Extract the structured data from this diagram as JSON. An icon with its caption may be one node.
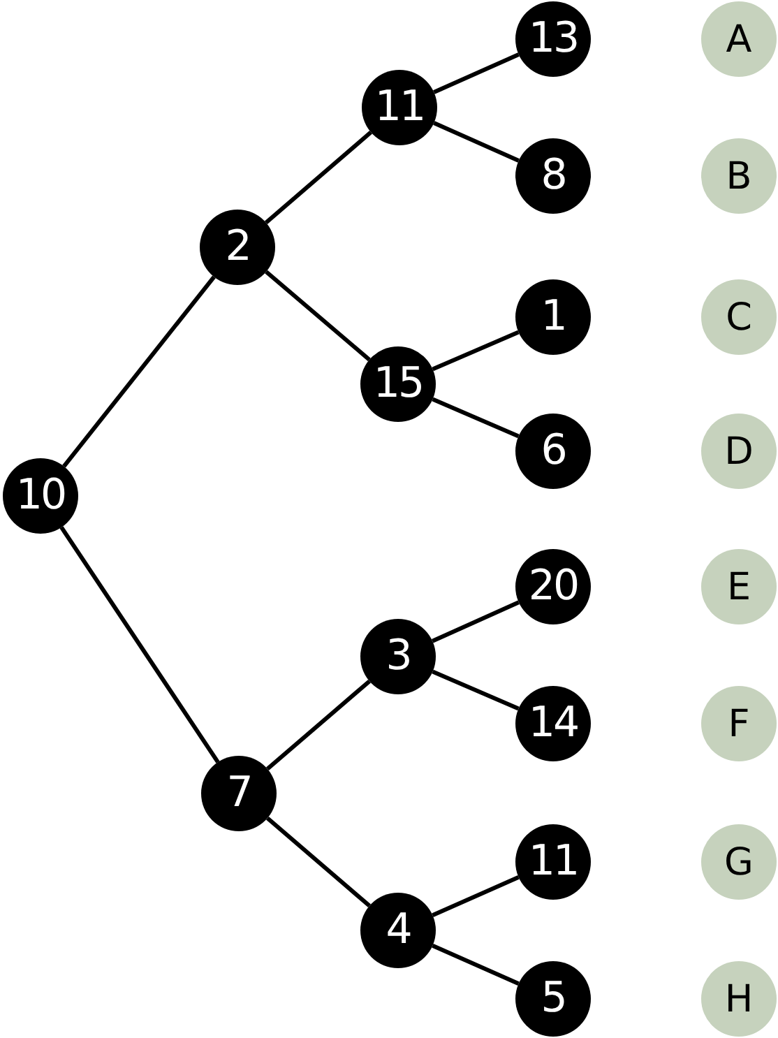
{
  "diagram": {
    "nodes": [
      {
        "text": [
          "10"
        ]
      },
      {
        "text": [
          "2"
        ]
      },
      {
        "text": [
          "11"
        ]
      },
      {
        "text": [
          "13"
        ]
      },
      {
        "text": [
          "8"
        ]
      },
      {
        "text": [
          "15"
        ]
      },
      {
        "text": [
          "1"
        ]
      },
      {
        "text": [
          "6"
        ]
      },
      {
        "text": [
          "7"
        ]
      },
      {
        "text": [
          "3"
        ]
      },
      {
        "text": [
          "20"
        ]
      },
      {
        "text": [
          "14"
        ]
      },
      {
        "text": [
          "4"
        ]
      },
      {
        "text": [
          "11"
        ]
      },
      {
        "text": [
          "5"
        ]
      },
      {
        "text": [
          "A"
        ]
      },
      {
        "text": [
          "B"
        ]
      },
      {
        "text": [
          "C"
        ]
      },
      {
        "text": [
          "D"
        ]
      },
      {
        "text": [
          "E"
        ]
      },
      {
        "text": [
          "F"
        ]
      },
      {
        "text": [
          "G"
        ]
      },
      {
        "text": [
          "H"
        ]
      }
    ],
    "edges": [
      {
        "from": 0,
        "to": 1,
        "arrow": "none"
      },
      {
        "from": 1,
        "to": 2,
        "arrow": "none"
      },
      {
        "from": 2,
        "to": 3,
        "arrow": "none"
      },
      {
        "from": 2,
        "to": 4,
        "arrow": "none"
      },
      {
        "from": 1,
        "to": 5,
        "arrow": "none"
      },
      {
        "from": 5,
        "to": 6,
        "arrow": "none"
      },
      {
        "from": 5,
        "to": 7,
        "arrow": "none"
      },
      {
        "from": 0,
        "to": 8,
        "arrow": "none"
      },
      {
        "from": 8,
        "to": 9,
        "arrow": "none"
      },
      {
        "from": 9,
        "to": 10,
        "arrow": "none"
      },
      {
        "from": 9,
        "to": 11,
        "arrow": "none"
      },
      {
        "from": 8,
        "to": 12,
        "arrow": "none"
      },
      {
        "from": 12,
        "to": 13,
        "arrow": "none"
      },
      {
        "from": 12,
        "to": 14,
        "arrow": "none"
      }
    ]
  }
}
